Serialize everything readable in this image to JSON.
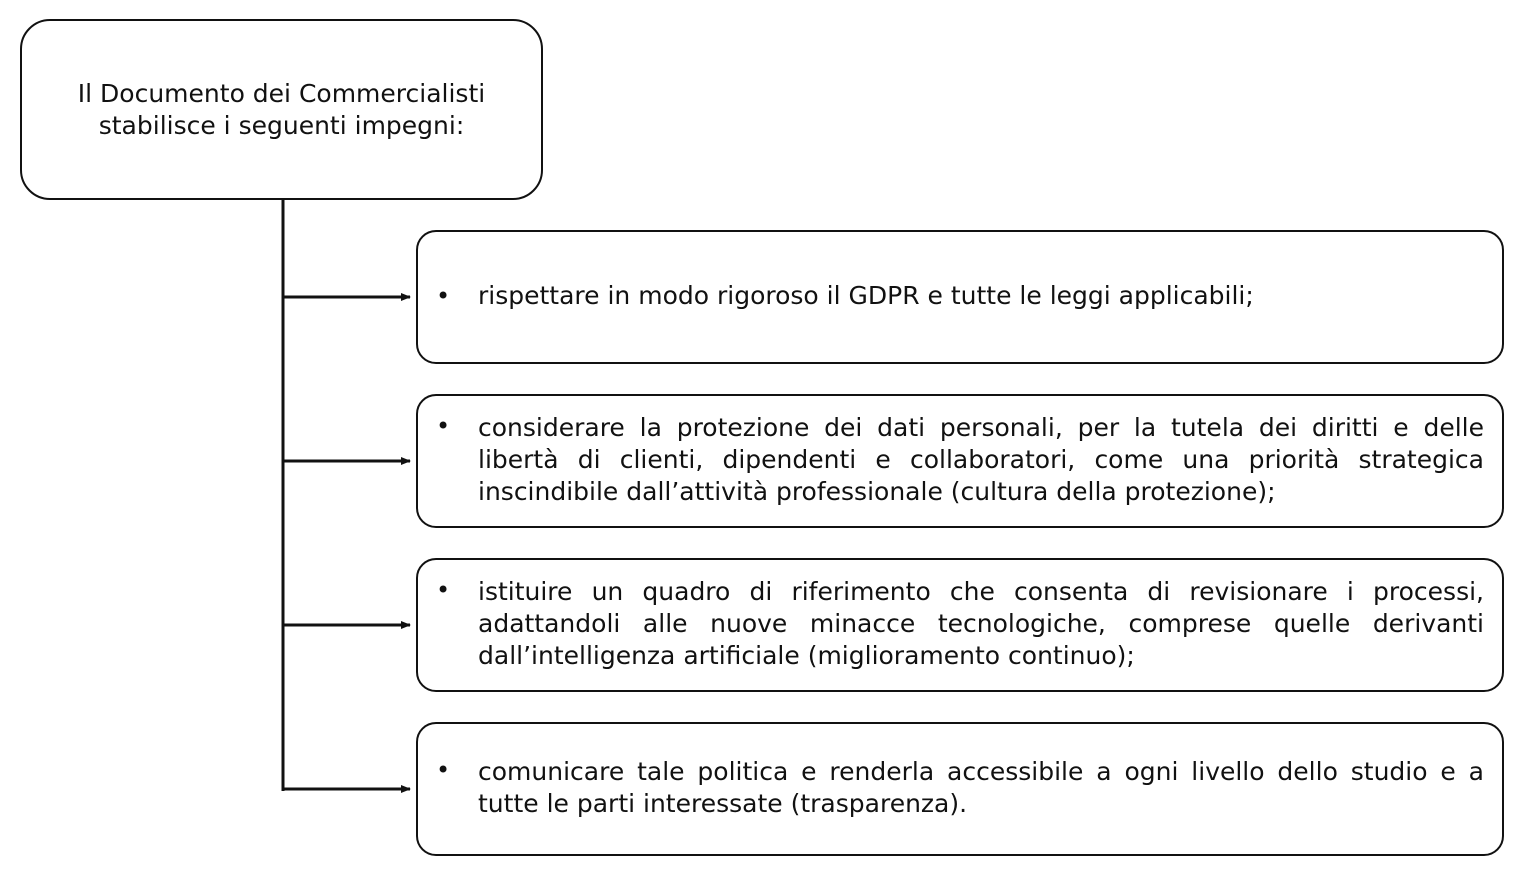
{
  "root": {
    "line1": "Il Documento dei Commercialisti",
    "line2": "stabilisce i seguenti impegni:"
  },
  "items": [
    {
      "bullet": "•",
      "text": "rispettare in modo rigoroso il GDPR e tutte le leggi applicabili;"
    },
    {
      "bullet": "•",
      "text": "considerare la protezione dei dati personali, per la tutela dei diritti e delle libertà di clienti, dipendenti e collaboratori, come una priorità strategica inscindibile dall’attività professionale (cultura della protezione);"
    },
    {
      "bullet": "•",
      "text": "istituire un quadro di riferimento che consenta di revisionare i processi, adattandoli alle nuove minacce tecnologiche, comprese quelle derivanti dall’intelligenza artificiale (miglioramento continuo);"
    },
    {
      "bullet": "•",
      "text": "comunicare tale politica e renderla accessibile a ogni livello dello studio e a tutte le parti interessate (trasparenza)."
    }
  ]
}
